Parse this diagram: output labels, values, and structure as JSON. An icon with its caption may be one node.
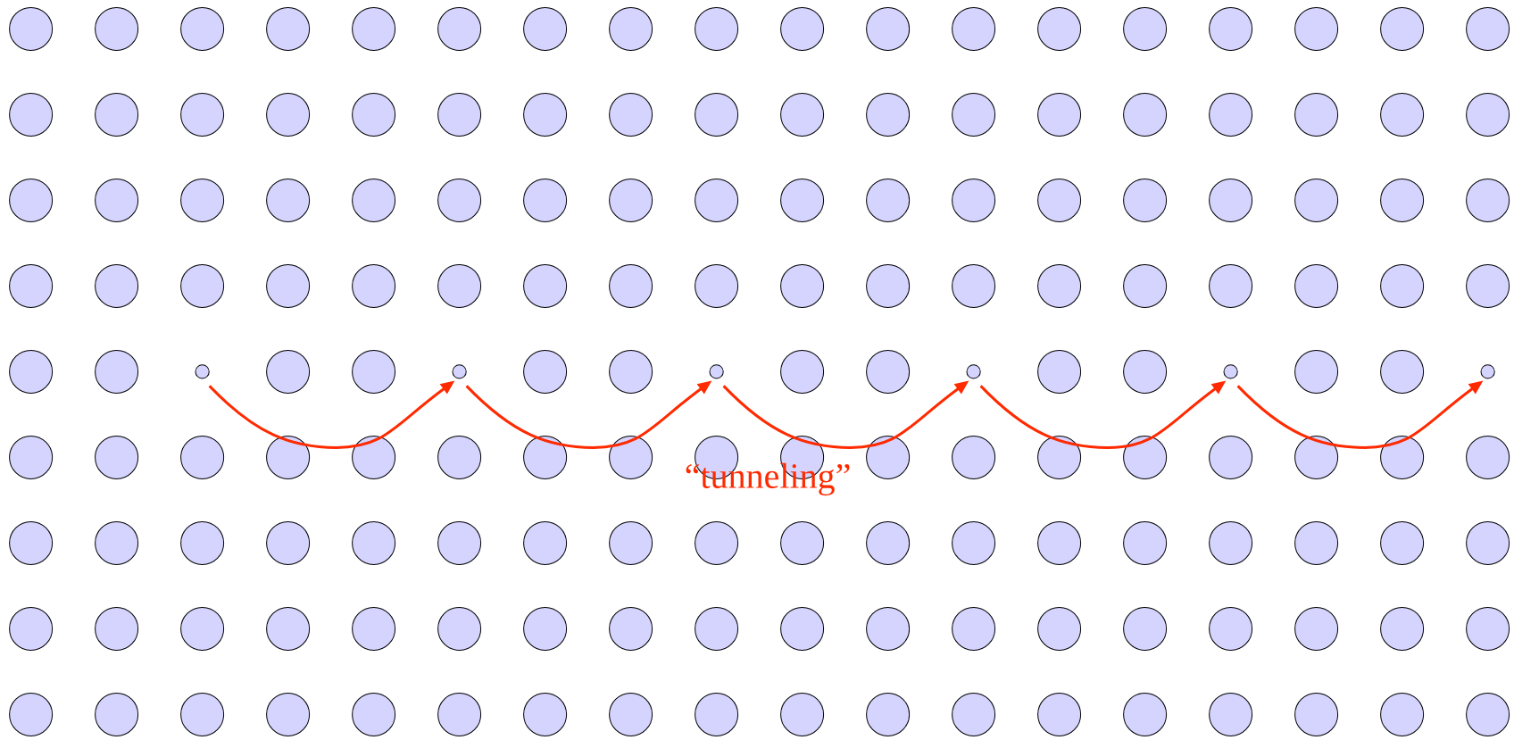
{
  "diagram": {
    "nodes": [
      {
        "text": [],
        "shape": "circle"
      },
      {
        "text": [],
        "shape": "circle"
      },
      {
        "text": [],
        "shape": "circle"
      },
      {
        "text": [],
        "shape": "circle"
      },
      {
        "text": [],
        "shape": "circle"
      },
      {
        "text": [],
        "shape": "circle"
      }
    ],
    "edges": [
      {
        "from": 0,
        "to": 1,
        "arrow": "to"
      },
      {
        "from": 1,
        "to": 2,
        "arrow": "to"
      },
      {
        "from": 2,
        "to": 3,
        "arrow": "to"
      },
      {
        "from": 3,
        "to": 4,
        "arrow": "to"
      },
      {
        "from": 4,
        "to": 5,
        "arrow": "to"
      }
    ],
    "labels": [
      "“tunneling”"
    ]
  }
}
